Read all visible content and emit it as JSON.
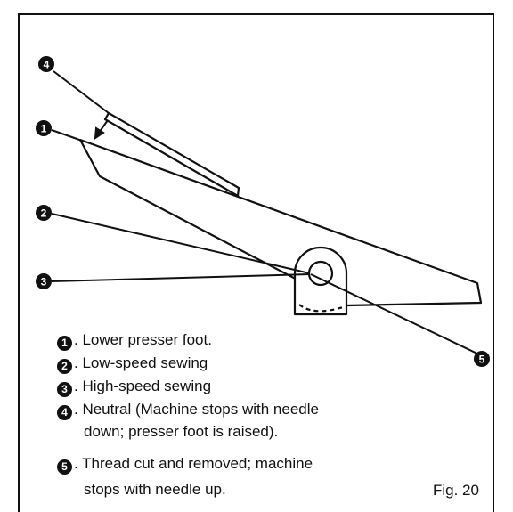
{
  "markers": [
    "1",
    "2",
    "3",
    "4",
    "5"
  ],
  "legend": [
    {
      "num": "1",
      "line1": ". Lower presser foot.",
      "line2": ""
    },
    {
      "num": "2",
      "line1": ". Low-speed sewing",
      "line2": ""
    },
    {
      "num": "3",
      "line1": ". High-speed sewing",
      "line2": ""
    },
    {
      "num": "4",
      "line1": ". Neutral (Machine stops with needle",
      "line2": "down; presser foot is raised)."
    },
    {
      "num": "5",
      "line1": ". Thread cut and removed; machine",
      "line2": "stops with needle up."
    }
  ],
  "figure_label": "Fig. 20",
  "colors": {
    "ink": "#111111",
    "paper": "#ffffff"
  }
}
